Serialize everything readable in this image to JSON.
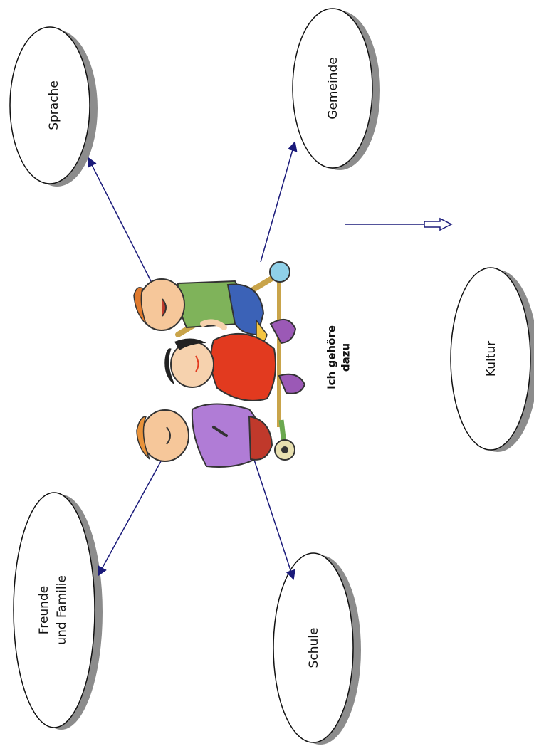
{
  "center": {
    "line1": "Ich gehöre",
    "line2": "dazu"
  },
  "nodes": {
    "sprache": "Sprache",
    "gemeinde": "Gemeinde",
    "kultur": "Kultur",
    "freunde_line1": "Freunde",
    "freunde_line2": "und Familie",
    "schule": "Schule"
  },
  "colors": {
    "arrow": "#1a1a7a",
    "ellipse_stroke": "#111111",
    "ellipse_shadow": "#8c8c8c"
  },
  "illustration": {
    "icon": "children-playing-icon"
  }
}
